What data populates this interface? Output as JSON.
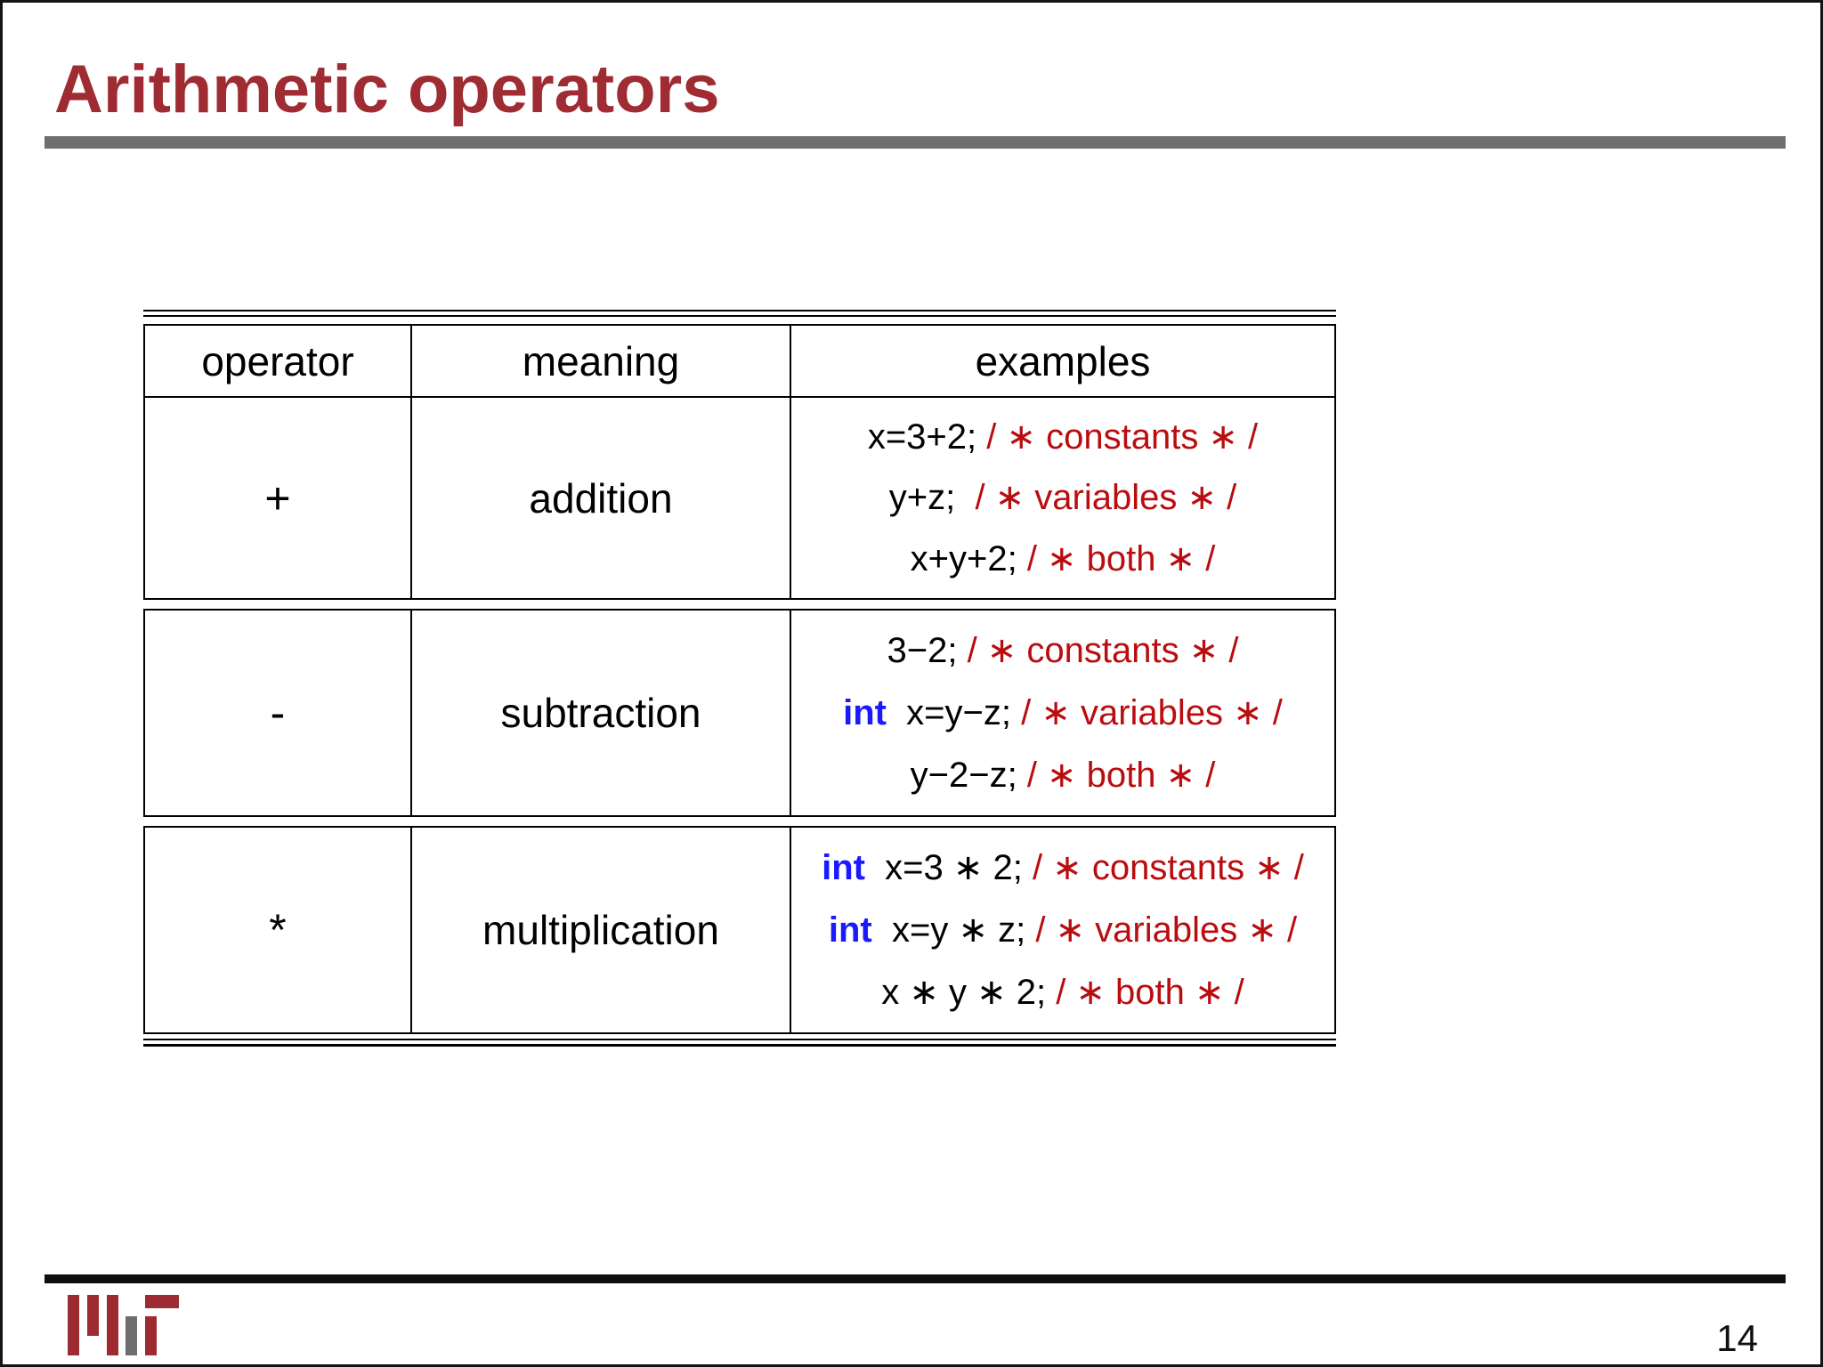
{
  "slide": {
    "title": "Arithmetic operators",
    "page_number": "14"
  },
  "table": {
    "headers": [
      "operator",
      "meaning",
      "examples"
    ],
    "rows": [
      {
        "operator": "+",
        "meaning": "addition",
        "examples": [
          [
            {
              "t": "x=3+2; ",
              "c": "code"
            },
            {
              "t": "/ ∗ constants ∗ /",
              "c": "comment"
            }
          ],
          [
            {
              "t": "y+z;  ",
              "c": "code"
            },
            {
              "t": "/ ∗ variables ∗ /",
              "c": "comment"
            }
          ],
          [
            {
              "t": "x+y+2; ",
              "c": "code"
            },
            {
              "t": "/ ∗ both ∗ /",
              "c": "comment"
            }
          ]
        ]
      },
      {
        "operator": "-",
        "meaning": "subtraction",
        "examples": [
          [
            {
              "t": "3−2; ",
              "c": "code"
            },
            {
              "t": "/ ∗ constants ∗ /",
              "c": "comment"
            }
          ],
          [
            {
              "t": "int",
              "c": "kw"
            },
            {
              "t": "  x=y−z; ",
              "c": "code"
            },
            {
              "t": "/ ∗ variables ∗ /",
              "c": "comment"
            }
          ],
          [
            {
              "t": "y−2−z; ",
              "c": "code"
            },
            {
              "t": "/ ∗ both ∗ /",
              "c": "comment"
            }
          ]
        ]
      },
      {
        "operator": "*",
        "meaning": "multiplication",
        "examples": [
          [
            {
              "t": "int",
              "c": "kw"
            },
            {
              "t": "  x=3 ∗ 2; ",
              "c": "code"
            },
            {
              "t": "/ ∗ constants ∗ /",
              "c": "comment"
            }
          ],
          [
            {
              "t": "int",
              "c": "kw"
            },
            {
              "t": "  x=y ∗ z; ",
              "c": "code"
            },
            {
              "t": "/ ∗ variables ∗ /",
              "c": "comment"
            }
          ],
          [
            {
              "t": "x ∗ y ∗ 2; ",
              "c": "code"
            },
            {
              "t": "/ ∗ both ∗ /",
              "c": "comment"
            }
          ]
        ]
      }
    ]
  },
  "logo": {
    "name": "mit-logo"
  },
  "colors": {
    "title_red": "#9f2c32",
    "comment_red": "#b90d10",
    "keyword_blue": "#1a1aff",
    "rule_gray": "#6f6f6f",
    "logo_red": "#9e2b31",
    "logo_gray": "#6e6e6e"
  }
}
